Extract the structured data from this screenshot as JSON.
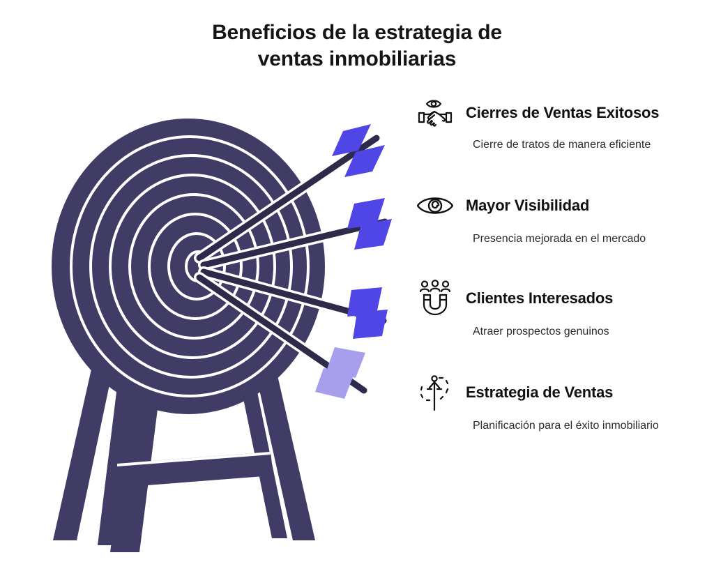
{
  "title": {
    "line1": "Beneficios de la estrategia de",
    "line2": "ventas inmobiliarias"
  },
  "colors": {
    "target_purple": "#413C66",
    "target_ring_gap": "#FFFFFF",
    "arrow_shaft": "#2E2A4A",
    "fletching_primary": "#4F46E5",
    "fletching_light": "#A79EEC",
    "title_text": "#141414",
    "heading_text": "#111111",
    "subtext": "#2B2B2B",
    "background": "#FFFFFF"
  },
  "illustration": {
    "name": "archery-target-with-arrows",
    "ring_count": 7,
    "arrow_count": 4,
    "stand": "wooden-easel-tripod"
  },
  "benefits": [
    {
      "icon": "handshake-eye-icon",
      "title": "Cierres de Ventas Exitosos",
      "subtitle": "Cierre de tratos de manera eficiente"
    },
    {
      "icon": "eye-icon",
      "title": "Mayor Visibilidad",
      "subtitle": "Presencia mejorada en el mercado"
    },
    {
      "icon": "magnet-people-icon",
      "title": "Clientes Interesados",
      "subtitle": "Atraer prospectos genuinos"
    },
    {
      "icon": "upward-arrow-target-icon",
      "title": "Estrategia de Ventas",
      "subtitle": "Planificación para el éxito inmobiliario"
    }
  ]
}
